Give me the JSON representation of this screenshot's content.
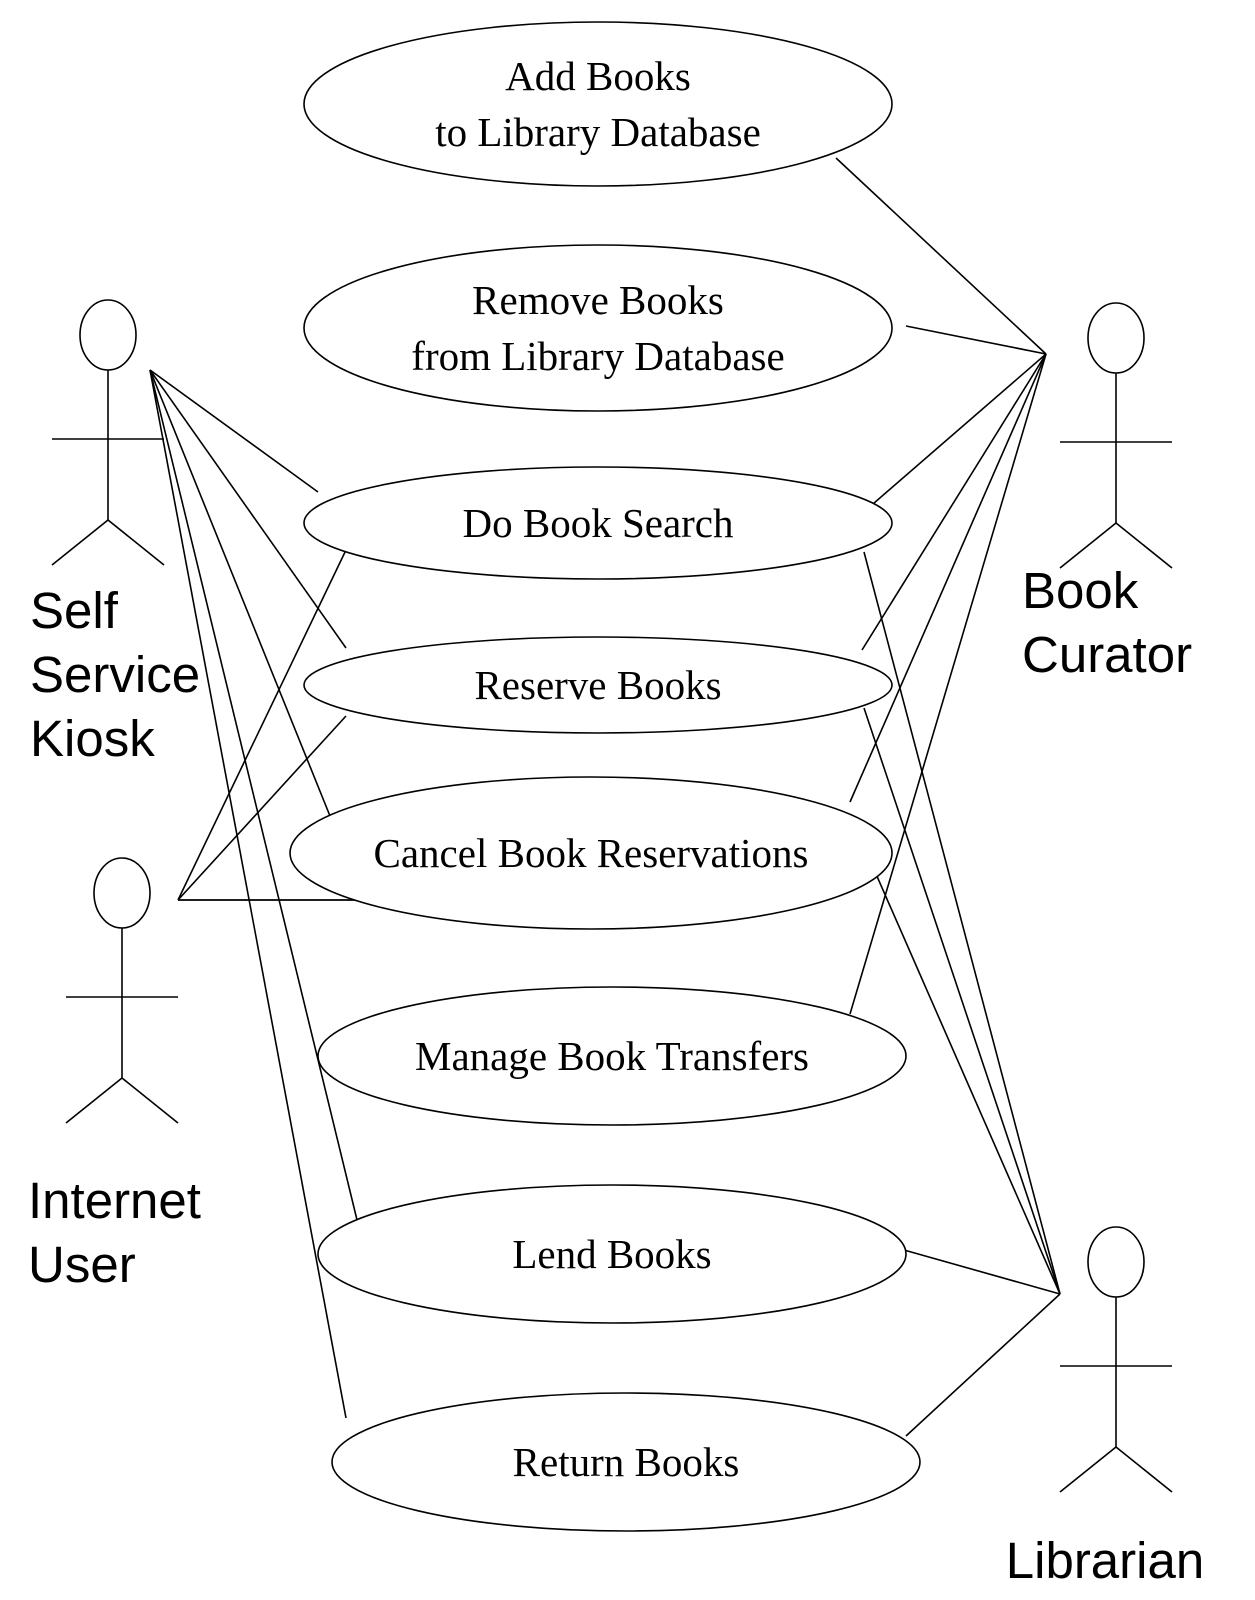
{
  "actors": [
    {
      "id": "kiosk",
      "icon": "stick-figure-icon",
      "label_lines": [
        "Self",
        "Service",
        "Kiosk"
      ]
    },
    {
      "id": "internet",
      "icon": "stick-figure-icon",
      "label_lines": [
        "Internet",
        "User"
      ]
    },
    {
      "id": "curator",
      "icon": "stick-figure-icon",
      "label_lines": [
        "Book",
        "Curator"
      ]
    },
    {
      "id": "librarian",
      "icon": "stick-figure-icon",
      "label_lines": [
        "Librarian"
      ]
    }
  ],
  "use_cases": [
    {
      "id": "add",
      "label_lines": [
        "Add Books",
        "to Library Database"
      ]
    },
    {
      "id": "remove",
      "label_lines": [
        "Remove Books",
        "from Library Database"
      ]
    },
    {
      "id": "search",
      "label_lines": [
        "Do Book Search"
      ]
    },
    {
      "id": "reserve",
      "label_lines": [
        "Reserve Books"
      ]
    },
    {
      "id": "cancel",
      "label_lines": [
        "Cancel Book Reservations"
      ]
    },
    {
      "id": "transfer",
      "label_lines": [
        "Manage Book Transfers"
      ]
    },
    {
      "id": "lend",
      "label_lines": [
        "Lend Books"
      ]
    },
    {
      "id": "return",
      "label_lines": [
        "Return Books"
      ]
    }
  ],
  "associations": [
    [
      "kiosk",
      "search"
    ],
    [
      "kiosk",
      "reserve"
    ],
    [
      "kiosk",
      "cancel"
    ],
    [
      "kiosk",
      "lend"
    ],
    [
      "kiosk",
      "return"
    ],
    [
      "internet",
      "search"
    ],
    [
      "internet",
      "reserve"
    ],
    [
      "internet",
      "cancel"
    ],
    [
      "curator",
      "add"
    ],
    [
      "curator",
      "remove"
    ],
    [
      "curator",
      "search"
    ],
    [
      "curator",
      "reserve"
    ],
    [
      "curator",
      "cancel"
    ],
    [
      "curator",
      "transfer"
    ],
    [
      "librarian",
      "search"
    ],
    [
      "librarian",
      "reserve"
    ],
    [
      "librarian",
      "cancel"
    ],
    [
      "librarian",
      "lend"
    ],
    [
      "librarian",
      "return"
    ]
  ]
}
